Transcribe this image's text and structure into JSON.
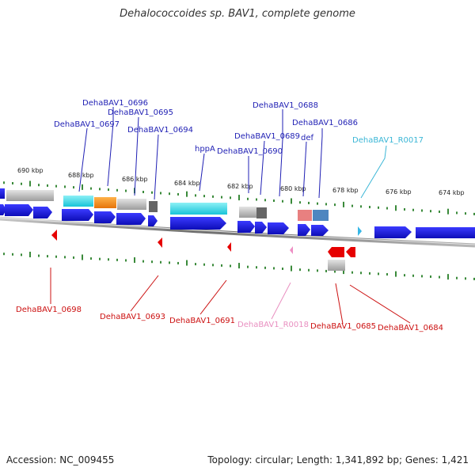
{
  "title": "Dehalococcoides sp. BAV1, complete genome",
  "footer": {
    "accession": "Accession: NC_009455",
    "summary": "Topology: circular; Length: 1,341,892 bp; Genes: 1,421"
  },
  "scale_ticks": [
    "690 kbp",
    "688 kbp",
    "686 kbp",
    "684 kbp",
    "682 kbp",
    "680 kbp",
    "678 kbp",
    "676 kbp",
    "674 kbp"
  ],
  "colors": {
    "forward_gene_blue": "#1a1ad6",
    "reverse_gene_red": "#e60000",
    "upper_label": "#1f1fb4",
    "lower_label": "#cc1111",
    "rna_label_upper": "#3ab6d6",
    "rna_label_lower": "#e98fc0",
    "track_green": "#3a8a3a",
    "backbone": "#7a7a7a"
  },
  "upper_labels": [
    "DehaBAV1_0696",
    "DehaBAV1_0695",
    "DehaBAV1_0697",
    "DehaBAV1_0694",
    "hppA",
    "DehaBAV1_0688",
    "DehaBAV1_0686",
    "DehaBAV1_0689",
    "DehaBAV1_0690",
    "def",
    "DehaBAV1_R0017"
  ],
  "lower_labels": [
    "DehaBAV1_0698",
    "DehaBAV1_0693",
    "DehaBAV1_0691",
    "DehaBAV1_R0018",
    "DehaBAV1_0685",
    "DehaBAV1_0684"
  ]
}
